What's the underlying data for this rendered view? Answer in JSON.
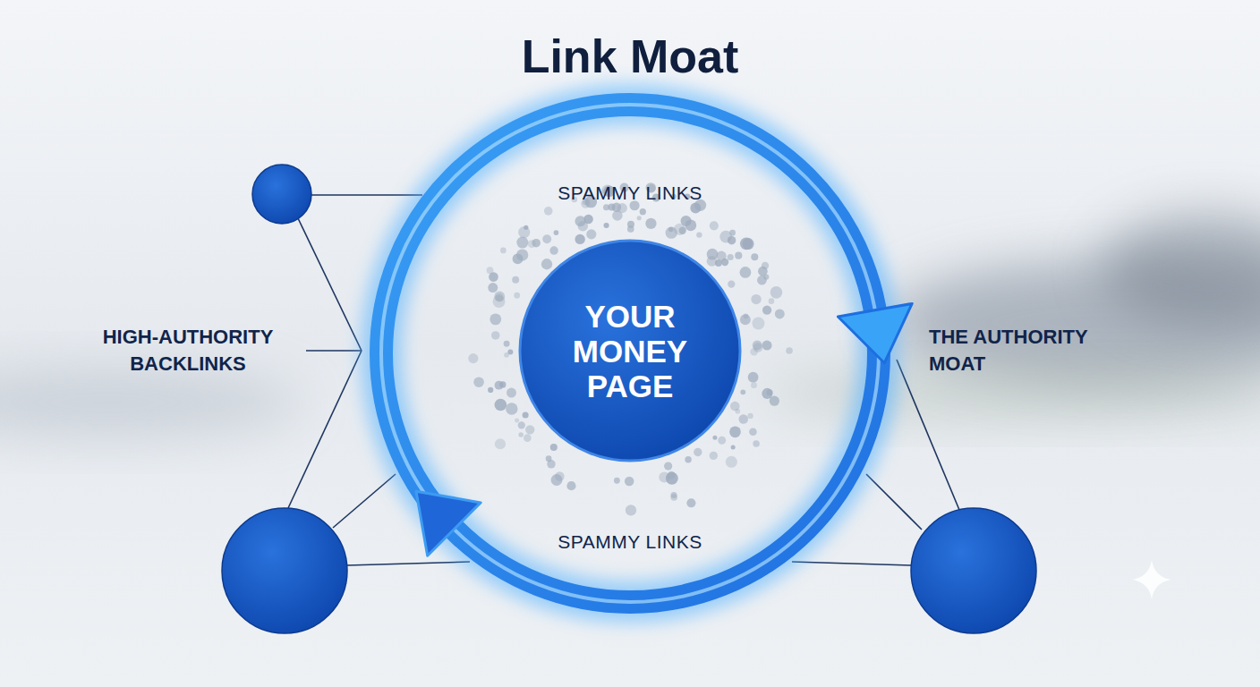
{
  "diagram": {
    "title": "Link Moat",
    "nodes": [
      {
        "text": [
          "YOUR MONEY PAGE"
        ]
      }
    ],
    "labels": [
      "SPAMMY LINKS",
      "SPAMMY LINKS",
      "HIGH-AUTHORITY BACKLINKS",
      "THE AUTHORITY MOAT"
    ]
  }
}
